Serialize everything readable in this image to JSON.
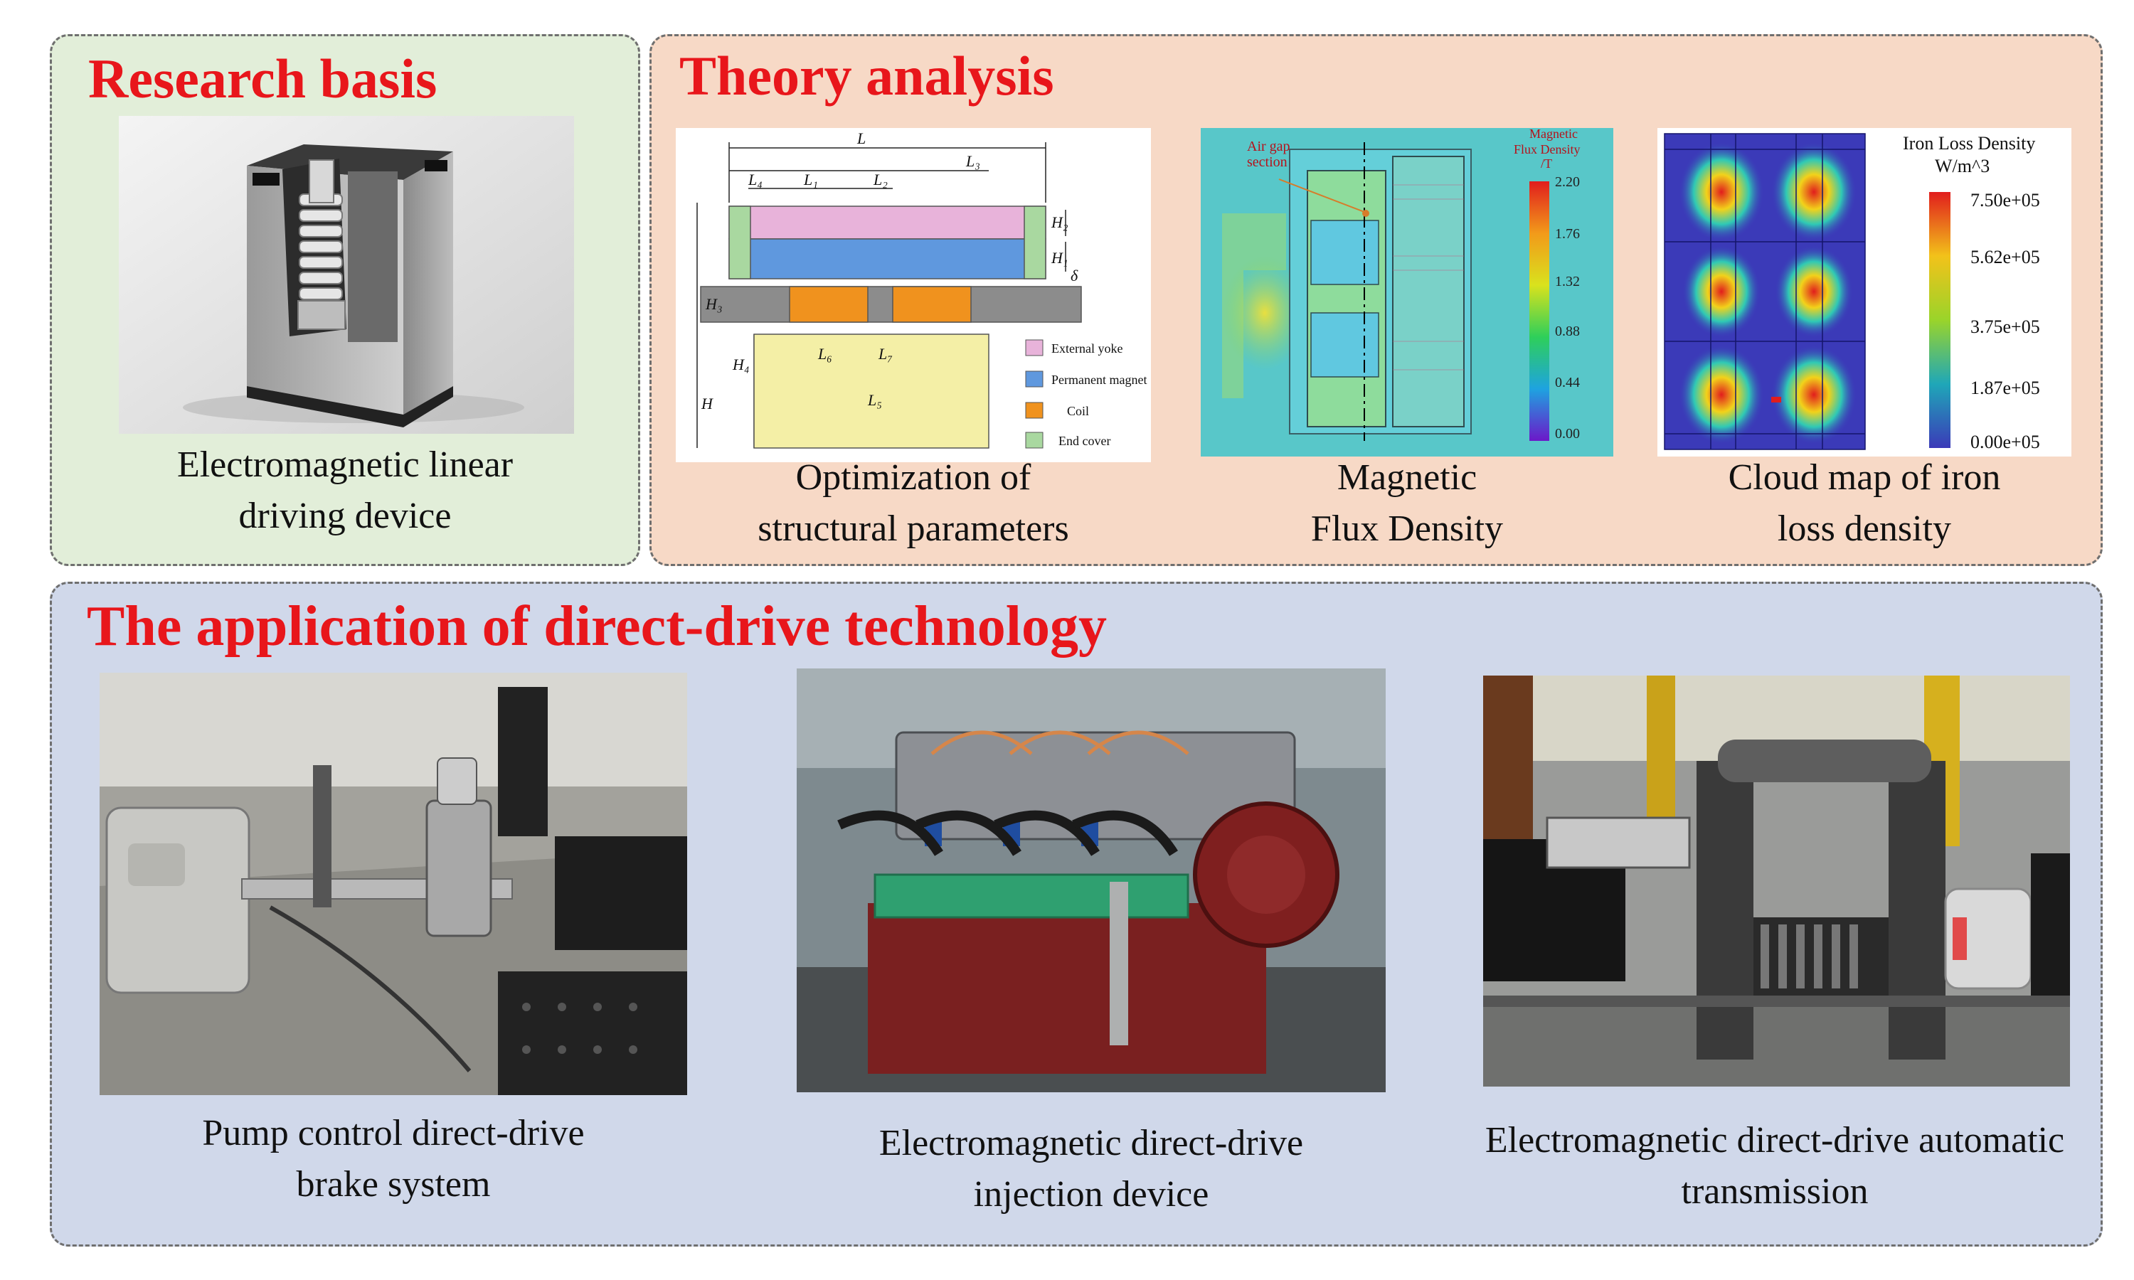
{
  "research": {
    "title": "Research basis",
    "caption_l1": "Electromagnetic linear",
    "caption_l2": "driving device"
  },
  "theory": {
    "title": "Theory analysis",
    "structure": {
      "caption_l1": "Optimization of",
      "caption_l2": "structural parameters",
      "dims": {
        "L": "L",
        "L1": "L₁",
        "L2": "L₂",
        "L3": "L₃",
        "L4": "L₄",
        "L5": "L₅",
        "L6": "L₆",
        "L7": "L₇",
        "H": "H",
        "H1": "H₁",
        "H2": "H₂",
        "H3": "H₃",
        "H4": "H₄",
        "delta": "δ"
      },
      "legend": [
        {
          "label": "External yoke",
          "color": "#e8b3da"
        },
        {
          "label": "Permanent magnet",
          "color": "#5f98de"
        },
        {
          "label": "Coil",
          "color": "#f0921e"
        },
        {
          "label": "End cover",
          "color": "#a9d8a0"
        }
      ]
    },
    "flux": {
      "caption_l1": "Magnetic",
      "caption_l2": "Flux Density",
      "annotation_l1": "Air gap",
      "annotation_l2": "section",
      "colorbar_title_l1": "Magnetic",
      "colorbar_title_l2": "Flux Density",
      "colorbar_unit": "/T",
      "ticks": [
        "2.20",
        "1.76",
        "1.32",
        "0.88",
        "0.44",
        "0.00"
      ]
    },
    "ironloss": {
      "caption_l1": "Cloud map of iron",
      "caption_l2": "loss density",
      "colorbar_title": "Iron Loss Density",
      "colorbar_unit": "W/m^3",
      "ticks": [
        "7.50e+05",
        "5.62e+05",
        "3.75e+05",
        "1.87e+05",
        "0.00e+05"
      ]
    }
  },
  "application": {
    "title": "The application of direct-drive technology",
    "brake": {
      "caption_l1": "Pump control direct-drive",
      "caption_l2": "brake system"
    },
    "injection": {
      "caption_l1": "Electromagnetic direct-drive",
      "caption_l2": "injection device"
    },
    "transmission": {
      "caption_l1": "Electromagnetic direct-drive automatic",
      "caption_l2": "transmission"
    }
  }
}
